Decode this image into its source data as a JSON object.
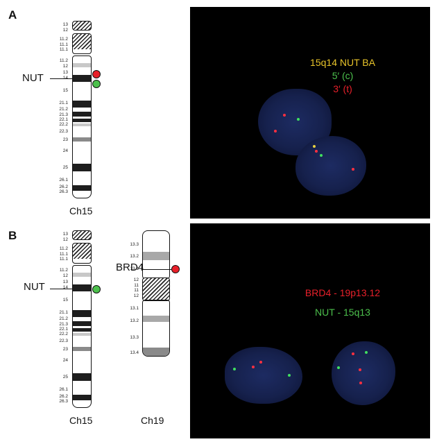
{
  "panels": {
    "a": {
      "letter": "A",
      "chromosome_label": "Ch15",
      "gene_label": "NUT",
      "legend": {
        "line1": "15q14 NUT BA",
        "line2": "5′ (c)",
        "line3": "3′ (t)"
      }
    },
    "b": {
      "letter": "B",
      "chromosome_label_15": "Ch15",
      "chromosome_label_19": "Ch19",
      "gene_label_nut": "NUT",
      "gene_label_brd4": "BRD4",
      "legend": {
        "line1": "BRD4 - 19p13.12",
        "line2": "NUT - 15q13"
      }
    }
  },
  "ch15_bands": [
    "13",
    "12",
    "11.2",
    "11.1",
    "11.1",
    "11.2",
    "12",
    "13",
    "14",
    "15",
    "21.1",
    "21.2",
    "21.3",
    "22.1",
    "22.2",
    "22.3",
    "23",
    "24",
    "25",
    "26.1",
    "26.2",
    "26.3"
  ],
  "ch19_bands": [
    "13.3",
    "13.2",
    "13.1",
    "12",
    "11",
    "11",
    "12",
    "13.1",
    "13.2",
    "13.3",
    "13.4"
  ],
  "colors": {
    "probe_red": "#e8202a",
    "probe_green": "#4cc04c",
    "legend_yellow": "#e8c42a",
    "micrograph_bg": "#000000",
    "nucleus_blue": "#1d2b62"
  }
}
